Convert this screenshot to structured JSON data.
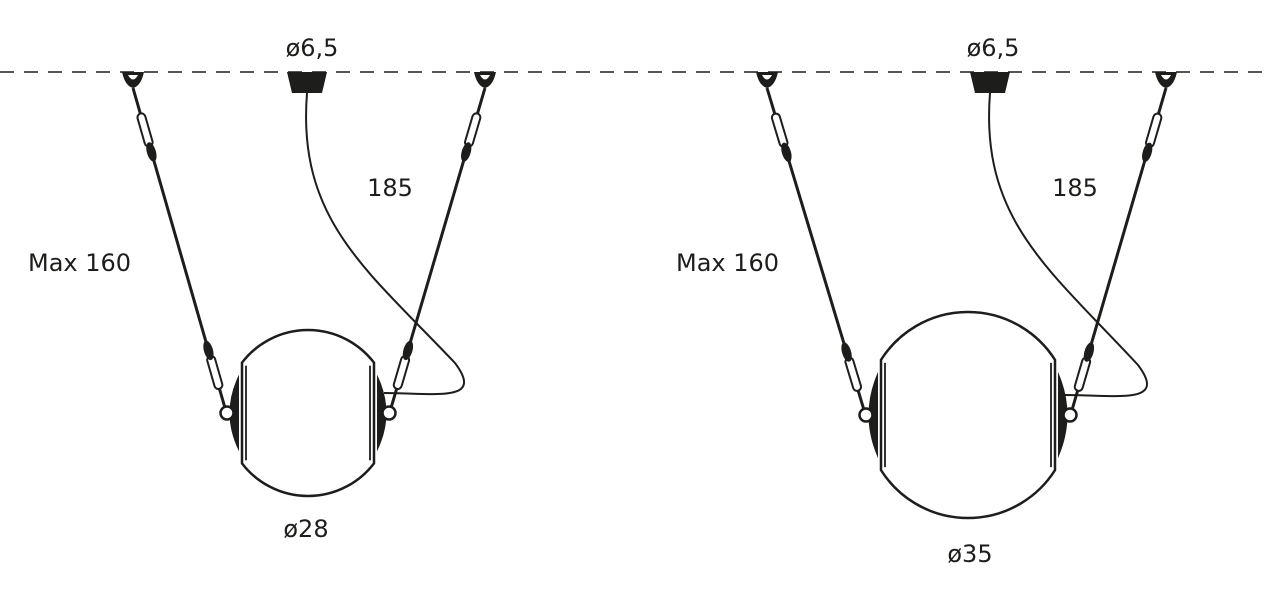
{
  "colors": {
    "ink": "#1d1d1b",
    "background": "#ffffff"
  },
  "lamps": [
    {
      "canopy_diameter": "ø6,5",
      "cable_length": "185",
      "wire_length": "Max 160",
      "sphere_diameter": "ø28"
    },
    {
      "canopy_diameter": "ø6,5",
      "cable_length": "185",
      "wire_length": "Max 160",
      "sphere_diameter": "ø35"
    }
  ]
}
